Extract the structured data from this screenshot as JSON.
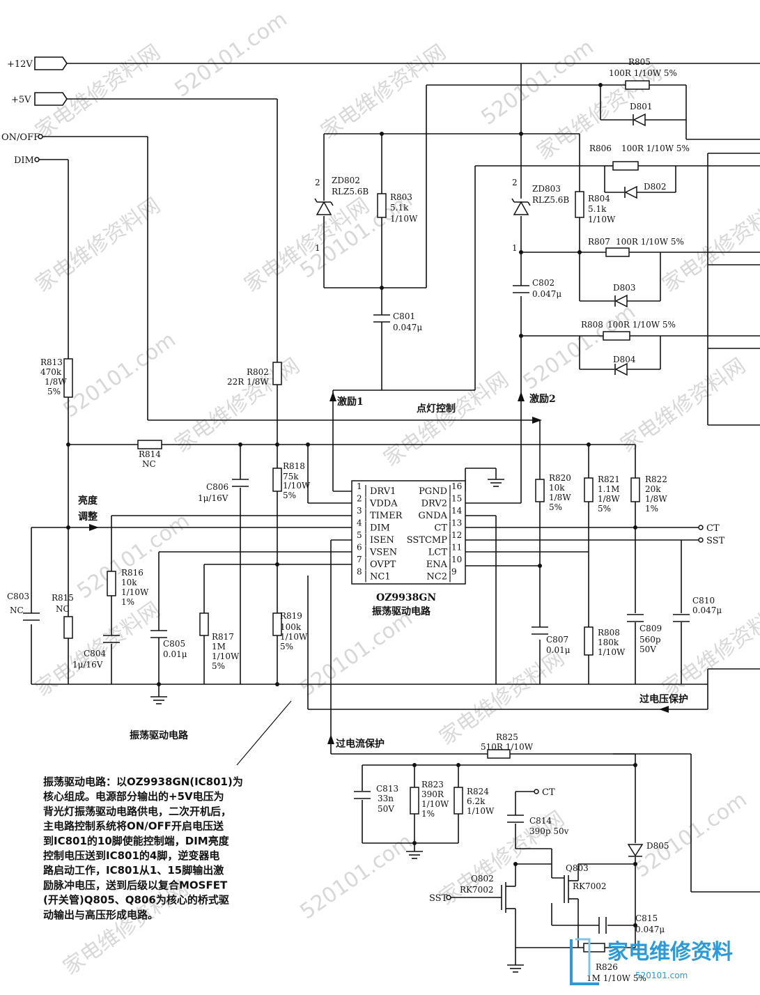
{
  "watermark": {
    "text": "家电维修资料网",
    "url": "520101.com"
  },
  "ports": {
    "p12v": "+12V",
    "p5v": "+5V",
    "onoff": "ON/OFF",
    "dim": "DIM",
    "ct_out": "CT",
    "sst_out": "SST",
    "ct_in": "CT",
    "sst_in": "SST"
  },
  "components": {
    "r805": {
      "ref": "R805",
      "value": "100R 1/10W 5%"
    },
    "d801": {
      "ref": "D801"
    },
    "r806": {
      "ref": "R806",
      "value": "100R 1/10W 5%"
    },
    "d802": {
      "ref": "D802"
    },
    "r807": {
      "ref": "R807",
      "value": "100R 1/10W 5%"
    },
    "d803": {
      "ref": "D803"
    },
    "r808b": {
      "ref": "R808",
      "value": "100R 1/10W 5%"
    },
    "d804": {
      "ref": "D804"
    },
    "zd802": {
      "ref": "ZD802",
      "value": "RLZ5.6B",
      "pin2": "2",
      "pin1": "1"
    },
    "r803": {
      "ref": "R803",
      "v1": "5.1k",
      "v2": "1/10W"
    },
    "c801": {
      "ref": "C801",
      "value": "0.047μ"
    },
    "zd803": {
      "ref": "ZD803",
      "value": "RLZ5.6B",
      "pin2": "2",
      "pin1": "1"
    },
    "r804": {
      "ref": "R804",
      "v1": "5.1k",
      "v2": "1/10W"
    },
    "c802": {
      "ref": "C802",
      "value": "0.047μ"
    },
    "r813": {
      "ref": "R813",
      "v1": "470k",
      "v2": "1/8W",
      "v3": "5%"
    },
    "r802": {
      "ref": "R802",
      "value": "22R 1/8W"
    },
    "r814": {
      "ref": "R814",
      "value": "NC"
    },
    "c806": {
      "ref": "C806",
      "value": "1μ/16V"
    },
    "r818": {
      "ref": "R818",
      "v1": "75k",
      "v2": "1/10W",
      "v3": "5%"
    },
    "r820": {
      "ref": "R820",
      "v1": "10k",
      "v2": "1/8W",
      "v3": "5%"
    },
    "r821": {
      "ref": "R821",
      "v1": "1.1M",
      "v2": "1/8W",
      "v3": "5%"
    },
    "r822": {
      "ref": "R822",
      "v1": "20k",
      "v2": "1/8W",
      "v3": "1%"
    },
    "c803": {
      "ref": "C803",
      "value": "NC"
    },
    "r815": {
      "ref": "R815",
      "value": "NC"
    },
    "r816": {
      "ref": "R816",
      "v1": "10k",
      "v2": "1/10W",
      "v3": "1%"
    },
    "c804": {
      "ref": "C804",
      "value": "1μ/16V"
    },
    "c805": {
      "ref": "C805",
      "value": "0.01μ"
    },
    "r817": {
      "ref": "R817",
      "v1": "1M",
      "v2": "1/10W",
      "v3": "5%"
    },
    "r819": {
      "ref": "R819",
      "v1": "100k",
      "v2": "1/10W",
      "v3": "5%"
    },
    "c807": {
      "ref": "C807",
      "value": "0.01μ"
    },
    "r808": {
      "ref": "R808",
      "v1": "180k",
      "v2": "1/10W"
    },
    "c809": {
      "ref": "C809",
      "v1": "560p",
      "v2": "50V"
    },
    "c810": {
      "ref": "C810",
      "value": "0.047μ"
    },
    "r825": {
      "ref": "R825",
      "value": "510R 1/10W"
    },
    "c813": {
      "ref": "C813",
      "v1": "33n",
      "v2": "50V"
    },
    "r823": {
      "ref": "R823",
      "v1": "390R",
      "v2": "1/10W",
      "v3": "1%"
    },
    "r824": {
      "ref": "R824",
      "v1": "6.2k",
      "v2": "1/10W"
    },
    "c814": {
      "ref": "C814",
      "value": "390p 50v"
    },
    "d805": {
      "ref": "D805"
    },
    "q802": {
      "ref": "Q802",
      "value": "RK7002"
    },
    "q803": {
      "ref": "Q803",
      "value": "RK7002"
    },
    "c815": {
      "ref": "C815",
      "value": "0.047μ"
    },
    "r826": {
      "ref": "R826",
      "value": "1M 1/10W 5%"
    }
  },
  "ic": {
    "name": "OZ9938GN",
    "subtitle": "振荡驱动电路",
    "left_pins": [
      {
        "num": "1",
        "name": "DRV1"
      },
      {
        "num": "2",
        "name": "VDDA"
      },
      {
        "num": "3",
        "name": "TIMER"
      },
      {
        "num": "4",
        "name": "DIM"
      },
      {
        "num": "5",
        "name": "ISEN"
      },
      {
        "num": "6",
        "name": "VSEN"
      },
      {
        "num": "7",
        "name": "OVPT"
      },
      {
        "num": "8",
        "name": "NC1"
      }
    ],
    "right_pins": [
      {
        "num": "16",
        "name": "PGND"
      },
      {
        "num": "15",
        "name": "DRV2"
      },
      {
        "num": "14",
        "name": "GNDA"
      },
      {
        "num": "13",
        "name": "CT"
      },
      {
        "num": "12",
        "name": "SSTCMP"
      },
      {
        "num": "11",
        "name": "LCT"
      },
      {
        "num": "10",
        "name": "ENA"
      },
      {
        "num": "9",
        "name": "NC2"
      }
    ]
  },
  "signals": {
    "excite1": "激励1",
    "excite2": "激励2",
    "light_ctrl": "点灯控制",
    "brightness_1": "亮度",
    "brightness_2": "调整",
    "ovp": "过电压保护",
    "ocp": "过电流保护"
  },
  "caption": "振荡驱动电路",
  "description": [
    "振荡驱动电路：以OZ9938GN(IC801)为",
    "核心组成。电源部分输出的+5V电压为",
    "背光灯振荡驱动电路供电，二次开机后，",
    "主电路控制系统将ON/OFF开启电压送",
    "到IC801的10脚使能控制端，DIM亮度",
    "控制电压送到IC801的4脚，逆变器电",
    "路启动工作，IC801从1、15脚输出激",
    "励脉冲电压，送到后级以复合MOSFET",
    "(开关管)Q805、Q806为核心的桥式驱",
    "动输出与高压形成电路。"
  ],
  "logo": {
    "text": "家电维修资料",
    "url": "520101.com"
  }
}
